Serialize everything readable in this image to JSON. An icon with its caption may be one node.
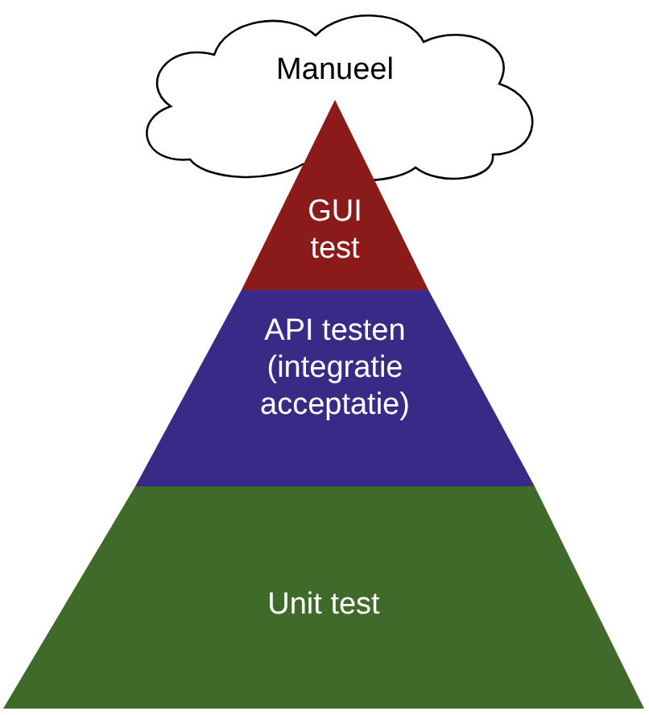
{
  "diagram": {
    "nodes": [
      {
        "text": [
          "Manueel"
        ]
      },
      {
        "text": [
          "GUI test"
        ]
      },
      {
        "text": [
          "API testen (integratie acceptatie)"
        ]
      },
      {
        "text": [
          "Unit test"
        ]
      }
    ]
  }
}
